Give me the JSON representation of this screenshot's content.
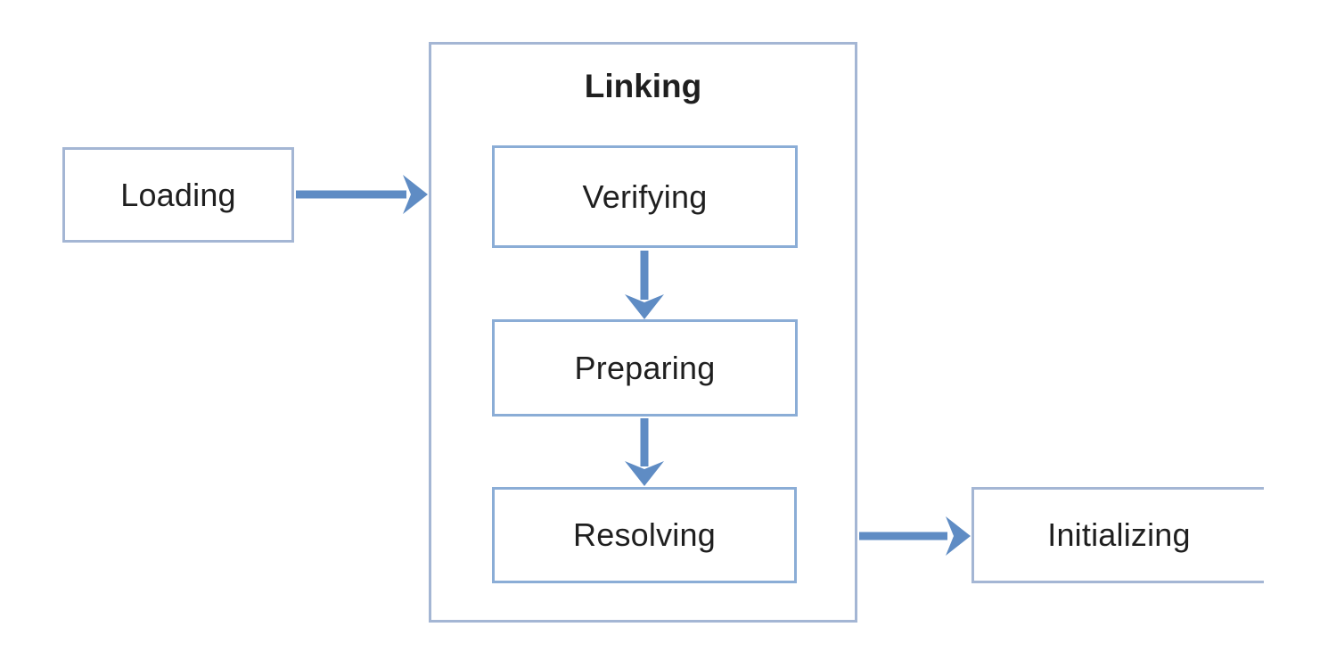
{
  "diagram": {
    "title": "Linking",
    "nodes": {
      "loading": {
        "label": "Loading"
      },
      "verifying": {
        "label": "Verifying"
      },
      "preparing": {
        "label": "Preparing"
      },
      "resolving": {
        "label": "Resolving"
      },
      "initializing": {
        "label": "Initializing"
      }
    },
    "edges": [
      {
        "from": "Loading",
        "to": "Linking"
      },
      {
        "from": "Verifying",
        "to": "Preparing"
      },
      {
        "from": "Preparing",
        "to": "Resolving"
      },
      {
        "from": "Linking",
        "to": "Initializing"
      }
    ],
    "colors": {
      "outer_border": "#a4b6d4",
      "inner_border": "#8badd6",
      "arrow": "#5f8cc4",
      "text": "#1f1f1f",
      "background": "#ffffff"
    }
  }
}
